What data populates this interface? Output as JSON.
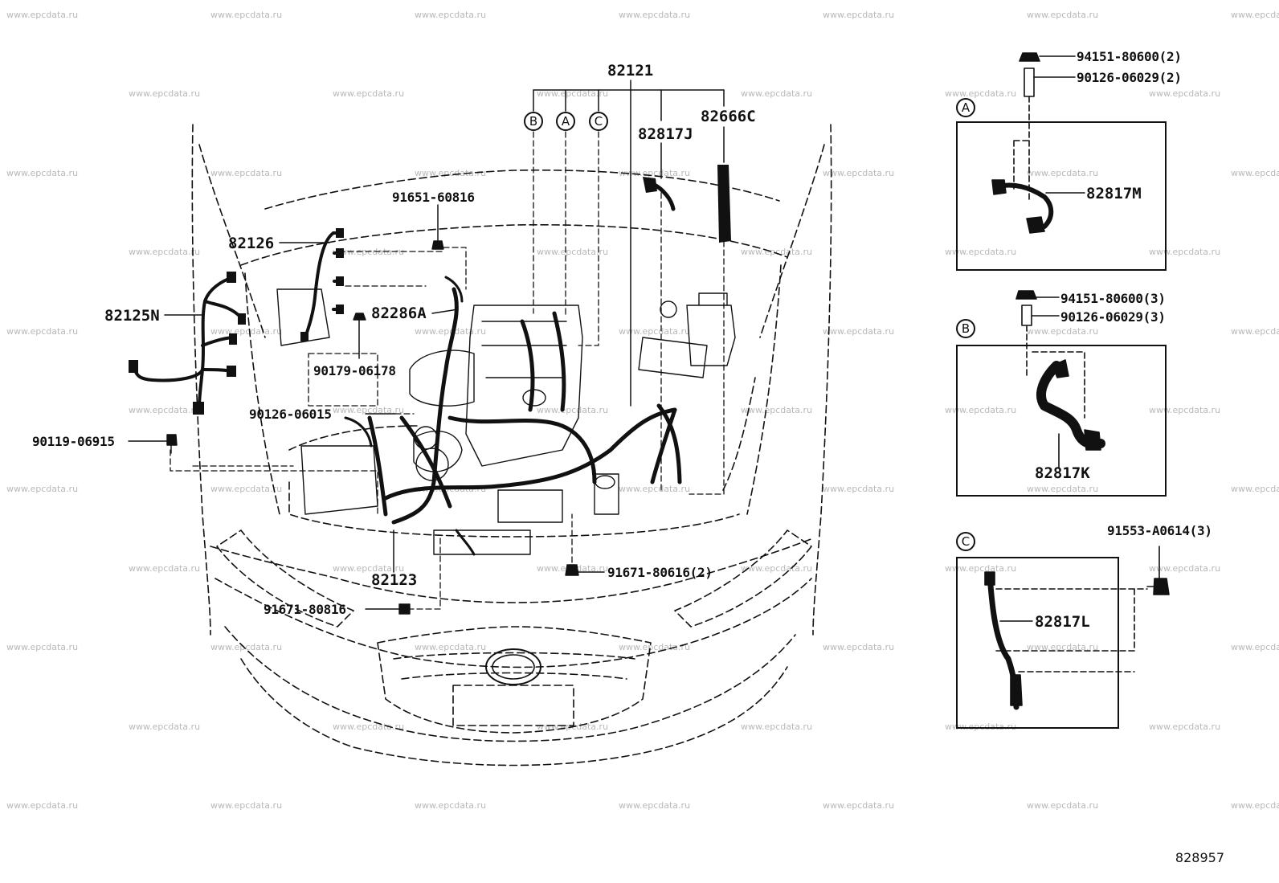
{
  "watermark": "www.epcdata.ru",
  "diagram_code": "828957",
  "main": {
    "labels": {
      "p82121": "82121",
      "p82666C": "82666C",
      "p82817J": "82817J",
      "p91651": "91651-60816",
      "p82126": "82126",
      "p82286A": "82286A",
      "p82125N": "82125N",
      "p90179": "90179-06178",
      "p90126_06015": "90126-06015",
      "p90119": "90119-06915",
      "p82123": "82123",
      "p91671_80616": "91671-80616(2)",
      "p91671_80816": "91671-80816"
    },
    "callouts": {
      "A": "A",
      "B": "B",
      "C": "C"
    }
  },
  "detail_a": {
    "callout": "A",
    "labels": {
      "nut": "94151-80600(2)",
      "stud": "90126-06029(2)",
      "harness": "82817M"
    }
  },
  "detail_b": {
    "callout": "B",
    "labels": {
      "nut": "94151-80600(3)",
      "stud": "90126-06029(3)",
      "harness": "82817K"
    }
  },
  "detail_c": {
    "callout": "C",
    "labels": {
      "bolt": "91553-A0614(3)",
      "harness": "82817L"
    }
  }
}
